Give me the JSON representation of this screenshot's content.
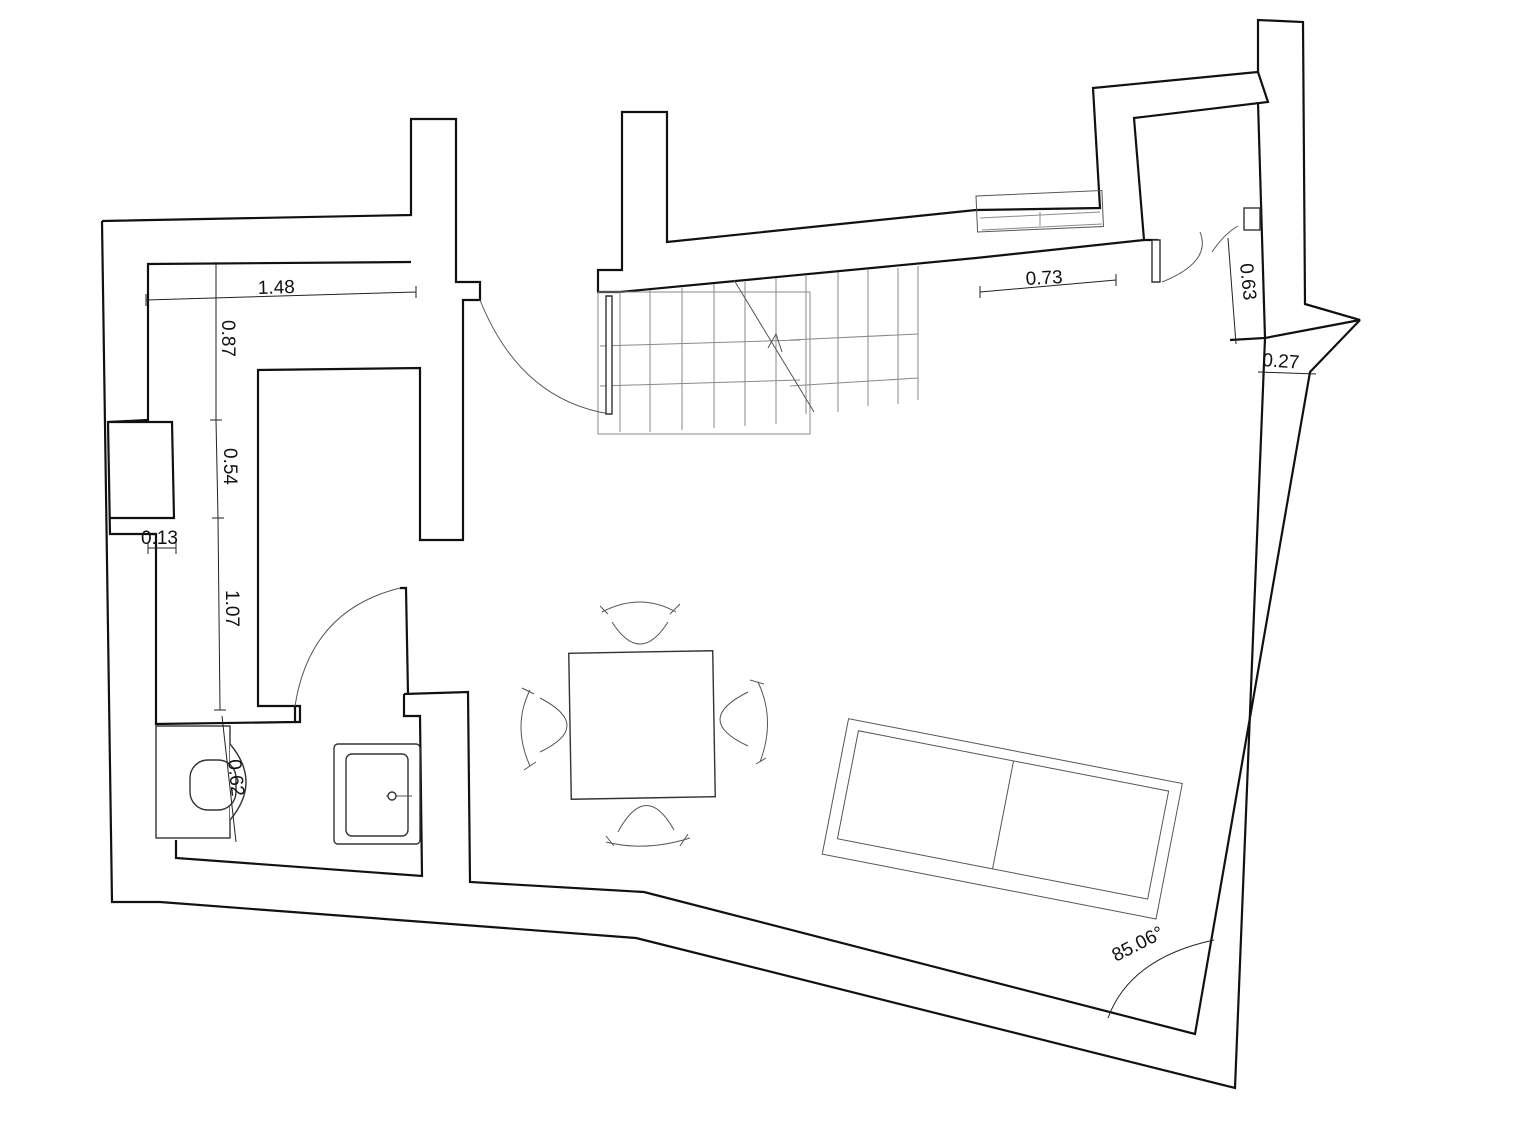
{
  "dimensions": {
    "top_corridor_width": "1.48",
    "left_upper_segment": "0.87",
    "left_middle_segment": "0.54",
    "niche_depth": "0.13",
    "left_lower_segment": "1.07",
    "toilet_clearance": "0.62",
    "window_width": "0.73",
    "right_niche_depth": "0.63",
    "right_pier_width": "0.27",
    "corner_angle": "85.06°"
  }
}
